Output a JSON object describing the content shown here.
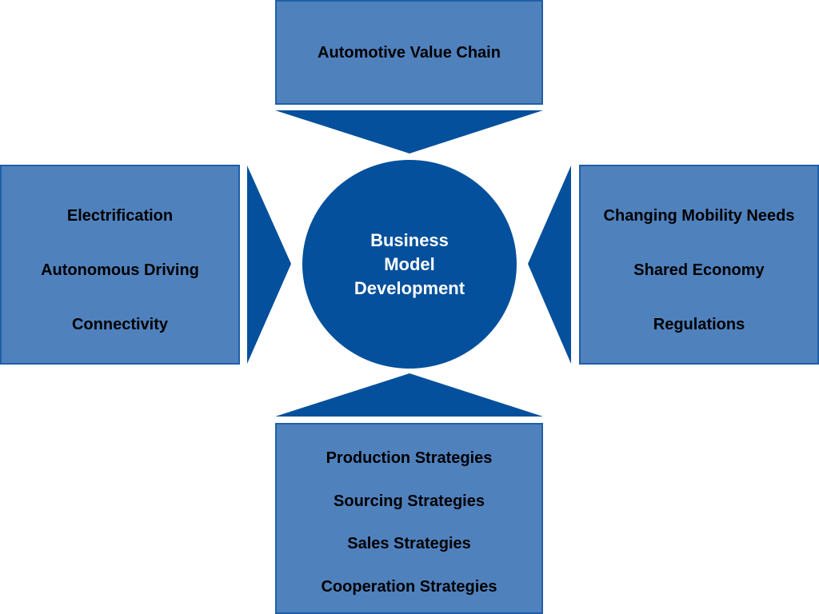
{
  "colors": {
    "box_fill": "#4F81BD",
    "box_border": "#1F5FA8",
    "arrow_fill": "#05509C",
    "hub_fill": "#05509C",
    "hub_text": "#ffffff"
  },
  "top": {
    "items": [
      "Automotive Value Chain"
    ]
  },
  "left": {
    "items": [
      "Electrification",
      "Autonomous Driving",
      "Connectivity"
    ]
  },
  "right": {
    "items": [
      "Changing Mobility Needs",
      "Shared Economy",
      "Regulations"
    ]
  },
  "bottom": {
    "items": [
      "Production Strategies",
      "Sourcing Strategies",
      "Sales Strategies",
      "Cooperation Strategies"
    ]
  },
  "hub": {
    "lines": [
      "Business",
      "Model",
      "Development"
    ]
  }
}
